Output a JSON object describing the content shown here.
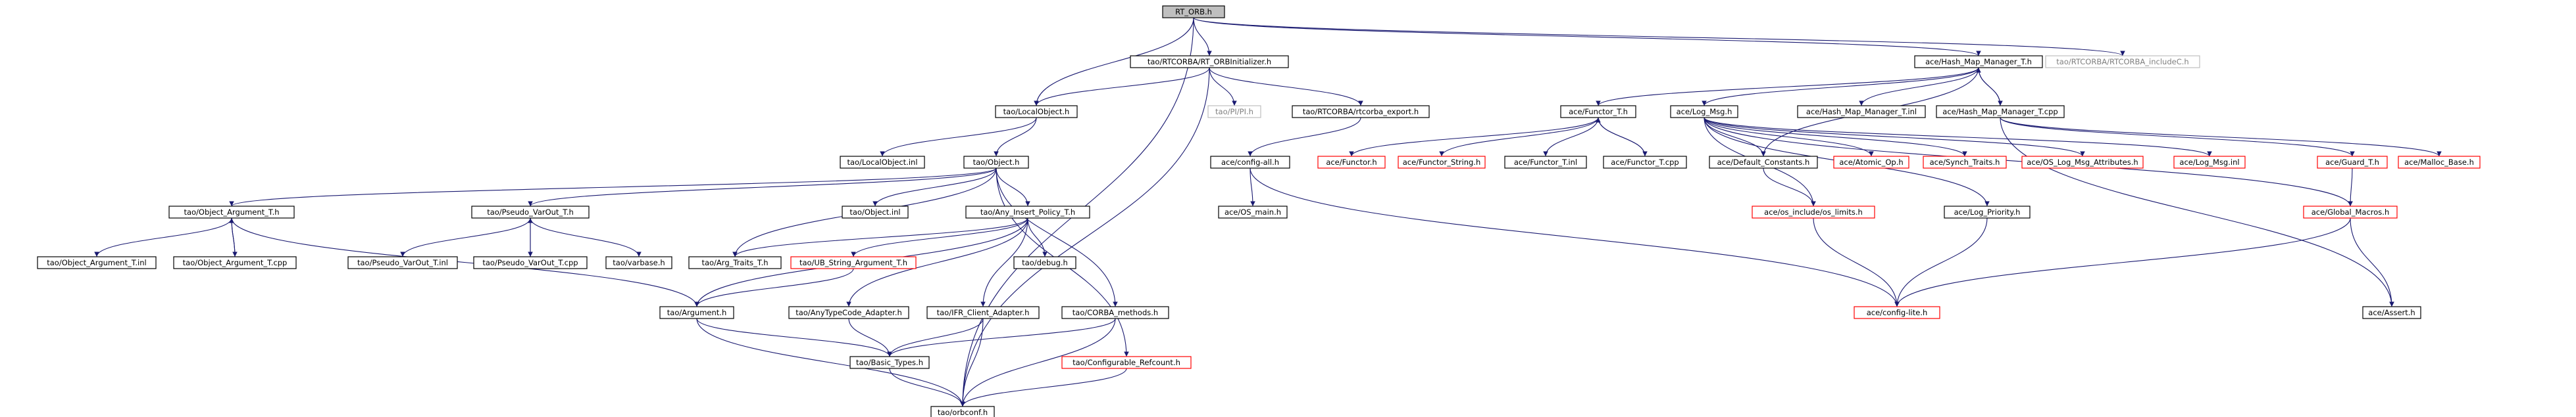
{
  "colors": {
    "edge": "#191970",
    "node_border": "#000000",
    "node_border_truncated": "#ff0000",
    "node_border_external": "#bfbfbf",
    "root_fill": "#bfbfbf",
    "node_fill": "#ffffff",
    "text": "#000000",
    "text_external": "#7f7f7f"
  },
  "nodes": [
    {
      "id": "rt_orb_h",
      "label": "RT_ORB.h",
      "kind": "root"
    },
    {
      "id": "orbinit_h",
      "label": "tao/RTCORBA/RT_ORBInitializer.h",
      "kind": "normal"
    },
    {
      "id": "hmm_t_h",
      "label": "ace/Hash_Map_Manager_T.h",
      "kind": "normal"
    },
    {
      "id": "includec_h",
      "label": "tao/RTCORBA/RTCORBA_includeC.h",
      "kind": "external"
    },
    {
      "id": "localobject_h",
      "label": "tao/LocalObject.h",
      "kind": "normal"
    },
    {
      "id": "pi_h",
      "label": "tao/PI/PI.h",
      "kind": "external"
    },
    {
      "id": "rtcorba_export_h",
      "label": "tao/RTCORBA/rtcorba_export.h",
      "kind": "normal"
    },
    {
      "id": "functor_t_h",
      "label": "ace/Functor_T.h",
      "kind": "normal"
    },
    {
      "id": "log_msg_h",
      "label": "ace/Log_Msg.h",
      "kind": "normal"
    },
    {
      "id": "hmm_t_inl",
      "label": "ace/Hash_Map_Manager_T.inl",
      "kind": "normal"
    },
    {
      "id": "hmm_t_cpp",
      "label": "ace/Hash_Map_Manager_T.cpp",
      "kind": "normal"
    },
    {
      "id": "localobject_inl",
      "label": "tao/LocalObject.inl",
      "kind": "normal"
    },
    {
      "id": "object_h",
      "label": "tao/Object.h",
      "kind": "normal"
    },
    {
      "id": "config_all_h",
      "label": "ace/config-all.h",
      "kind": "normal"
    },
    {
      "id": "functor_h",
      "label": "ace/Functor.h",
      "kind": "truncated"
    },
    {
      "id": "functor_string_h",
      "label": "ace/Functor_String.h",
      "kind": "truncated"
    },
    {
      "id": "functor_t_inl",
      "label": "ace/Functor_T.inl",
      "kind": "normal"
    },
    {
      "id": "functor_t_cpp",
      "label": "ace/Functor_T.cpp",
      "kind": "normal"
    },
    {
      "id": "default_constants_h",
      "label": "ace/Default_Constants.h",
      "kind": "normal"
    },
    {
      "id": "atomic_op_h",
      "label": "ace/Atomic_Op.h",
      "kind": "truncated"
    },
    {
      "id": "synch_traits_h",
      "label": "ace/Synch_Traits.h",
      "kind": "truncated"
    },
    {
      "id": "os_log_msg_attr_h",
      "label": "ace/OS_Log_Msg_Attributes.h",
      "kind": "truncated"
    },
    {
      "id": "log_msg_inl",
      "label": "ace/Log_Msg.inl",
      "kind": "truncated"
    },
    {
      "id": "guard_t_h",
      "label": "ace/Guard_T.h",
      "kind": "truncated"
    },
    {
      "id": "malloc_base_h",
      "label": "ace/Malloc_Base.h",
      "kind": "truncated"
    },
    {
      "id": "object_argument_t_h",
      "label": "tao/Object_Argument_T.h",
      "kind": "normal"
    },
    {
      "id": "pseudo_varout_t_h",
      "label": "tao/Pseudo_VarOut_T.h",
      "kind": "normal"
    },
    {
      "id": "object_inl",
      "label": "tao/Object.inl",
      "kind": "normal"
    },
    {
      "id": "any_insert_policy_t_h",
      "label": "tao/Any_Insert_Policy_T.h",
      "kind": "normal"
    },
    {
      "id": "os_main_h",
      "label": "ace/OS_main.h",
      "kind": "normal"
    },
    {
      "id": "os_limits_h",
      "label": "ace/os_include/os_limits.h",
      "kind": "truncated"
    },
    {
      "id": "log_priority_h",
      "label": "ace/Log_Priority.h",
      "kind": "normal"
    },
    {
      "id": "global_macros_h",
      "label": "ace/Global_Macros.h",
      "kind": "truncated"
    },
    {
      "id": "object_argument_t_inl",
      "label": "tao/Object_Argument_T.inl",
      "kind": "normal"
    },
    {
      "id": "object_argument_t_cpp",
      "label": "tao/Object_Argument_T.cpp",
      "kind": "normal"
    },
    {
      "id": "pseudo_varout_t_inl",
      "label": "tao/Pseudo_VarOut_T.inl",
      "kind": "normal"
    },
    {
      "id": "pseudo_varout_t_cpp",
      "label": "tao/Pseudo_VarOut_T.cpp",
      "kind": "normal"
    },
    {
      "id": "varbase_h",
      "label": "tao/varbase.h",
      "kind": "normal"
    },
    {
      "id": "arg_traits_t_h",
      "label": "tao/Arg_Traits_T.h",
      "kind": "normal"
    },
    {
      "id": "ub_string_argument_t_h",
      "label": "tao/UB_String_Argument_T.h",
      "kind": "truncated"
    },
    {
      "id": "debug_h",
      "label": "tao/debug.h",
      "kind": "normal"
    },
    {
      "id": "corba_methods_h",
      "label": "tao/CORBA_methods.h",
      "kind": "normal"
    },
    {
      "id": "config_lite_h",
      "label": "ace/config-lite.h",
      "kind": "truncated"
    },
    {
      "id": "assert_h",
      "label": "ace/Assert.h",
      "kind": "normal"
    },
    {
      "id": "argument_h",
      "label": "tao/Argument.h",
      "kind": "normal"
    },
    {
      "id": "anytypecode_adapter_h",
      "label": "tao/AnyTypeCode_Adapter.h",
      "kind": "normal"
    },
    {
      "id": "ifr_client_adapter_h",
      "label": "tao/IFR_Client_Adapter.h",
      "kind": "normal"
    },
    {
      "id": "configurable_refcount_h",
      "label": "tao/Configurable_Refcount.h",
      "kind": "truncated"
    },
    {
      "id": "basic_types_h",
      "label": "tao/Basic_Types.h",
      "kind": "normal"
    },
    {
      "id": "orbconf_h",
      "label": "tao/orbconf.h",
      "kind": "normal"
    }
  ],
  "edges": [
    [
      "rt_orb_h",
      "localobject_h"
    ],
    [
      "rt_orb_h",
      "orbinit_h"
    ],
    [
      "rt_orb_h",
      "hmm_t_h"
    ],
    [
      "rt_orb_h",
      "includec_h"
    ],
    [
      "rt_orb_h",
      "orbconf_h"
    ],
    [
      "orbinit_h",
      "localobject_h"
    ],
    [
      "orbinit_h",
      "pi_h"
    ],
    [
      "orbinit_h",
      "rtcorba_export_h"
    ],
    [
      "orbinit_h",
      "orbconf_h"
    ],
    [
      "hmm_t_h",
      "functor_t_h"
    ],
    [
      "hmm_t_h",
      "log_msg_h"
    ],
    [
      "hmm_t_h",
      "hmm_t_inl"
    ],
    [
      "hmm_t_h",
      "hmm_t_cpp"
    ],
    [
      "hmm_t_h",
      "default_constants_h"
    ],
    [
      "hmm_t_cpp",
      "hmm_t_h"
    ],
    [
      "hmm_t_cpp",
      "malloc_base_h"
    ],
    [
      "hmm_t_cpp",
      "guard_t_h"
    ],
    [
      "hmm_t_cpp",
      "assert_h"
    ],
    [
      "localobject_h",
      "localobject_inl"
    ],
    [
      "localobject_h",
      "object_h"
    ],
    [
      "rtcorba_export_h",
      "config_all_h"
    ],
    [
      "functor_t_h",
      "functor_h"
    ],
    [
      "functor_t_h",
      "functor_string_h"
    ],
    [
      "functor_t_h",
      "functor_t_inl"
    ],
    [
      "functor_t_h",
      "functor_t_cpp"
    ],
    [
      "functor_t_cpp",
      "functor_t_h"
    ],
    [
      "log_msg_h",
      "default_constants_h"
    ],
    [
      "log_msg_h",
      "atomic_op_h"
    ],
    [
      "log_msg_h",
      "synch_traits_h"
    ],
    [
      "log_msg_h",
      "os_log_msg_attr_h"
    ],
    [
      "log_msg_h",
      "log_msg_inl"
    ],
    [
      "log_msg_h",
      "os_limits_h"
    ],
    [
      "log_msg_h",
      "log_priority_h"
    ],
    [
      "log_msg_h",
      "global_macros_h"
    ],
    [
      "config_all_h",
      "os_main_h"
    ],
    [
      "config_all_h",
      "config_lite_h"
    ],
    [
      "default_constants_h",
      "os_limits_h"
    ],
    [
      "guard_t_h",
      "global_macros_h"
    ],
    [
      "global_macros_h",
      "config_lite_h"
    ],
    [
      "global_macros_h",
      "assert_h"
    ],
    [
      "log_priority_h",
      "config_lite_h"
    ],
    [
      "os_limits_h",
      "config_lite_h"
    ],
    [
      "object_h",
      "object_argument_t_h"
    ],
    [
      "object_h",
      "pseudo_varout_t_h"
    ],
    [
      "object_h",
      "object_inl"
    ],
    [
      "object_h",
      "any_insert_policy_t_h"
    ],
    [
      "object_h",
      "arg_traits_t_h"
    ],
    [
      "object_h",
      "corba_methods_h"
    ],
    [
      "object_h",
      "configurable_refcount_h"
    ],
    [
      "object_argument_t_h",
      "object_argument_t_inl"
    ],
    [
      "object_argument_t_h",
      "object_argument_t_cpp"
    ],
    [
      "object_argument_t_h",
      "argument_h"
    ],
    [
      "object_argument_t_cpp",
      "object_argument_t_h"
    ],
    [
      "pseudo_varout_t_h",
      "pseudo_varout_t_inl"
    ],
    [
      "pseudo_varout_t_h",
      "pseudo_varout_t_cpp"
    ],
    [
      "pseudo_varout_t_h",
      "varbase_h"
    ],
    [
      "pseudo_varout_t_cpp",
      "pseudo_varout_t_h"
    ],
    [
      "any_insert_policy_t_h",
      "arg_traits_t_h"
    ],
    [
      "any_insert_policy_t_h",
      "ub_string_argument_t_h"
    ],
    [
      "any_insert_policy_t_h",
      "debug_h"
    ],
    [
      "any_insert_policy_t_h",
      "anytypecode_adapter_h"
    ],
    [
      "any_insert_policy_t_h",
      "ifr_client_adapter_h"
    ],
    [
      "any_insert_policy_t_h",
      "argument_h"
    ],
    [
      "ub_string_argument_t_h",
      "argument_h"
    ],
    [
      "argument_h",
      "basic_types_h"
    ],
    [
      "argument_h",
      "orbconf_h"
    ],
    [
      "anytypecode_adapter_h",
      "basic_types_h"
    ],
    [
      "ifr_client_adapter_h",
      "basic_types_h"
    ],
    [
      "ifr_client_adapter_h",
      "orbconf_h"
    ],
    [
      "corba_methods_h",
      "basic_types_h"
    ],
    [
      "corba_methods_h",
      "orbconf_h"
    ],
    [
      "configurable_refcount_h",
      "orbconf_h"
    ],
    [
      "basic_types_h",
      "orbconf_h"
    ]
  ]
}
